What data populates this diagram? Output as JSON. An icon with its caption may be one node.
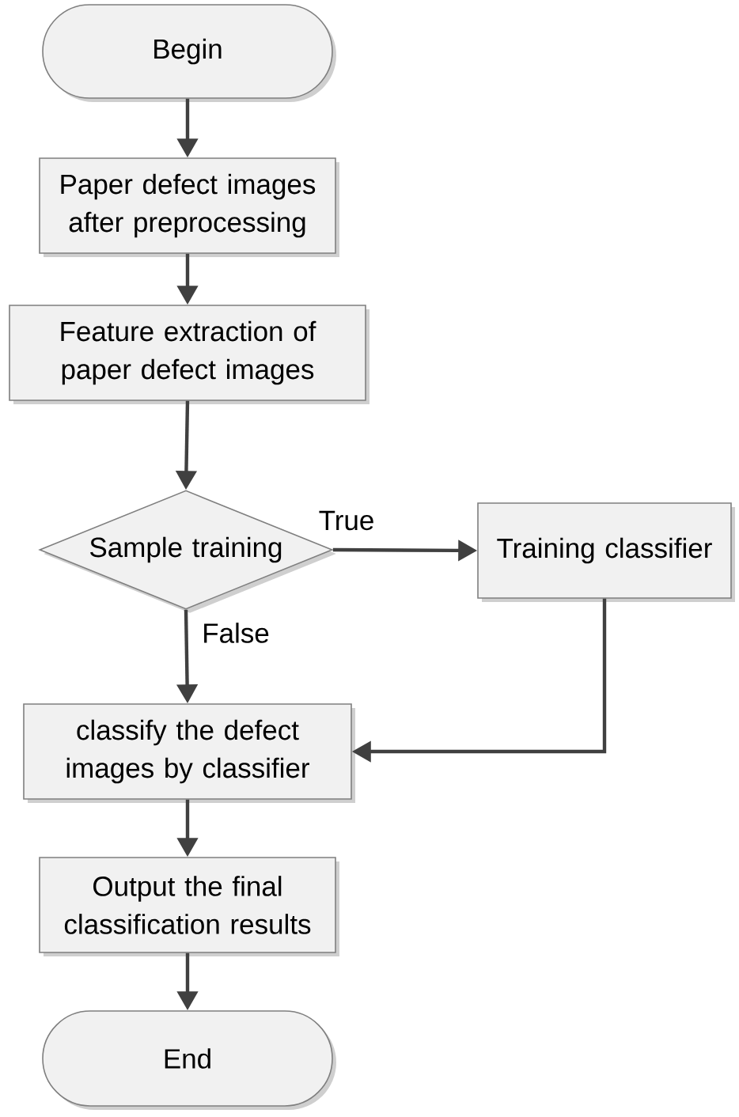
{
  "diagram": {
    "nodes": [
      {
        "text": [
          "Begin"
        ]
      },
      {
        "text": [
          "Paper defect images after preprocessing"
        ]
      },
      {
        "text": [
          "Feature extraction of paper defect images"
        ]
      },
      {
        "text": [
          "Sample training"
        ]
      },
      {
        "text": [
          "Training classifier"
        ]
      },
      {
        "text": [
          "classify the defect images by classifier"
        ]
      },
      {
        "text": [
          "Output the final classification results"
        ]
      },
      {
        "text": [
          "End"
        ]
      }
    ],
    "edges": [
      {
        "from": 0,
        "to": 1,
        "arrow": "to"
      },
      {
        "from": 1,
        "to": 2,
        "arrow": "to"
      },
      {
        "from": 2,
        "to": 3,
        "arrow": "to"
      },
      {
        "from": 3,
        "to": 4,
        "arrow": "to",
        "label": "True"
      },
      {
        "from": 3,
        "to": 5,
        "arrow": "to",
        "label": "False"
      },
      {
        "from": 4,
        "to": 5,
        "arrow": "to"
      },
      {
        "from": 5,
        "to": 6,
        "arrow": "to"
      },
      {
        "from": 6,
        "to": 7,
        "arrow": "to"
      }
    ]
  }
}
